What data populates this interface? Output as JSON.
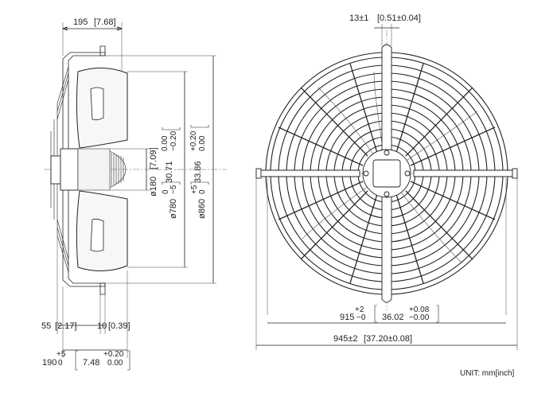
{
  "side_view": {
    "depth_total": "195",
    "depth_total_in": "[7.68]",
    "hub_dia": "ø180",
    "hub_dia_in": "[7.09]",
    "venturi_dia": "ø780",
    "venturi_tol_upper": "0",
    "venturi_tol_lower": "−5",
    "venturi_in": "30.71",
    "venturi_in_tol_upper": "0.00",
    "venturi_in_tol_lower": "−0.20",
    "outer_dia": "ø860",
    "outer_tol_upper": "+5",
    "outer_tol_lower": "0",
    "outer_in": "33.86",
    "outer_in_tol_upper": "+0.20",
    "outer_in_tol_lower": "0.00",
    "offset_a": "55",
    "offset_a_in": "[2.17]",
    "flange": "10",
    "flange_in": "[0.39]",
    "depth_b": "190",
    "depth_b_tol_upper": "+5",
    "depth_b_tol_lower": "0",
    "depth_b_in": "7.48",
    "depth_b_in_tol_upper": "+0.20",
    "depth_b_in_tol_lower": "0.00"
  },
  "front_view": {
    "rib_width": "13±1",
    "rib_width_in": "[0.51±0.04]",
    "mount_span": "915",
    "mount_span_tol_upper": "+2",
    "mount_span_tol_lower": "−0",
    "mount_span_in": "36.02",
    "mount_span_in_tol_upper": "+0.08",
    "mount_span_in_tol_lower": "−0.00",
    "overall_width": "945±2",
    "overall_width_in": "[37.20±0.08]"
  },
  "unit_note": "UNIT: mm[inch]"
}
